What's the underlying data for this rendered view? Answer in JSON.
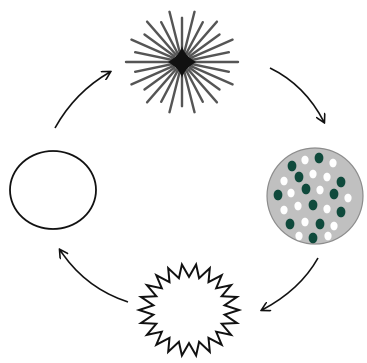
{
  "diagram": {
    "kind": "cycle",
    "stages": [
      {
        "id": "starburst",
        "icon": "spiky-starburst-icon"
      },
      {
        "id": "spotted-disc",
        "icon": "spotted-gray-disc-icon"
      },
      {
        "id": "zigzag-ring",
        "icon": "zigzag-ring-icon"
      },
      {
        "id": "empty-circle",
        "icon": "empty-circle-icon"
      }
    ],
    "arrows": [
      {
        "from": "starburst",
        "to": "spotted-disc"
      },
      {
        "from": "spotted-disc",
        "to": "zigzag-ring"
      },
      {
        "from": "zigzag-ring",
        "to": "empty-circle"
      },
      {
        "from": "empty-circle",
        "to": "starburst"
      }
    ],
    "colors": {
      "stroke": "#111111",
      "starburst_rays": "#555555",
      "disc_fill": "#c0c0c0",
      "disc_edge": "#8c8c8c",
      "spot_dark": "#0f4a3c",
      "spot_light": "#ffffff"
    }
  }
}
